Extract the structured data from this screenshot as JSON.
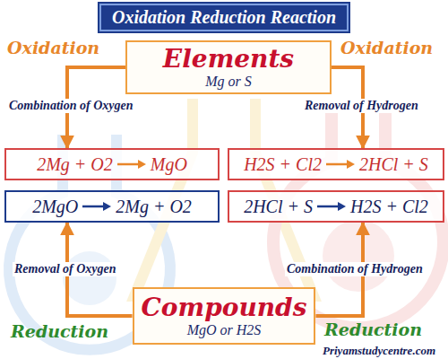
{
  "diagram": {
    "title": "Oxidation Reduction Reaction",
    "nodes": [
      {
        "text": [
          "Elements",
          "Mg or S"
        ]
      },
      {
        "text": [
          "2Mg + O2",
          "MgO"
        ]
      },
      {
        "text": [
          "H2S + Cl2",
          "2HCl + S"
        ]
      },
      {
        "text": [
          "2MgO",
          "2Mg + O2"
        ]
      },
      {
        "text": [
          "2HCl + S",
          "H2S + Cl2"
        ]
      },
      {
        "text": [
          "Compounds",
          "MgO or H2S"
        ]
      }
    ],
    "edges": [
      {
        "from": 0,
        "to": 1,
        "arrow": "to",
        "label": "Oxidation"
      },
      {
        "from": 0,
        "to": 2,
        "arrow": "to",
        "label": "Oxidation"
      },
      {
        "from": 5,
        "to": 3,
        "arrow": "to",
        "label": "Reduction"
      },
      {
        "from": 5,
        "to": 4,
        "arrow": "to",
        "label": "Reduction"
      }
    ],
    "labels": [
      "Combination of Oxygen",
      "Removal of Hydrogen",
      "Removal of Oxygen",
      "Combination of Hydrogen",
      "Priyamstudycentre.com"
    ]
  }
}
